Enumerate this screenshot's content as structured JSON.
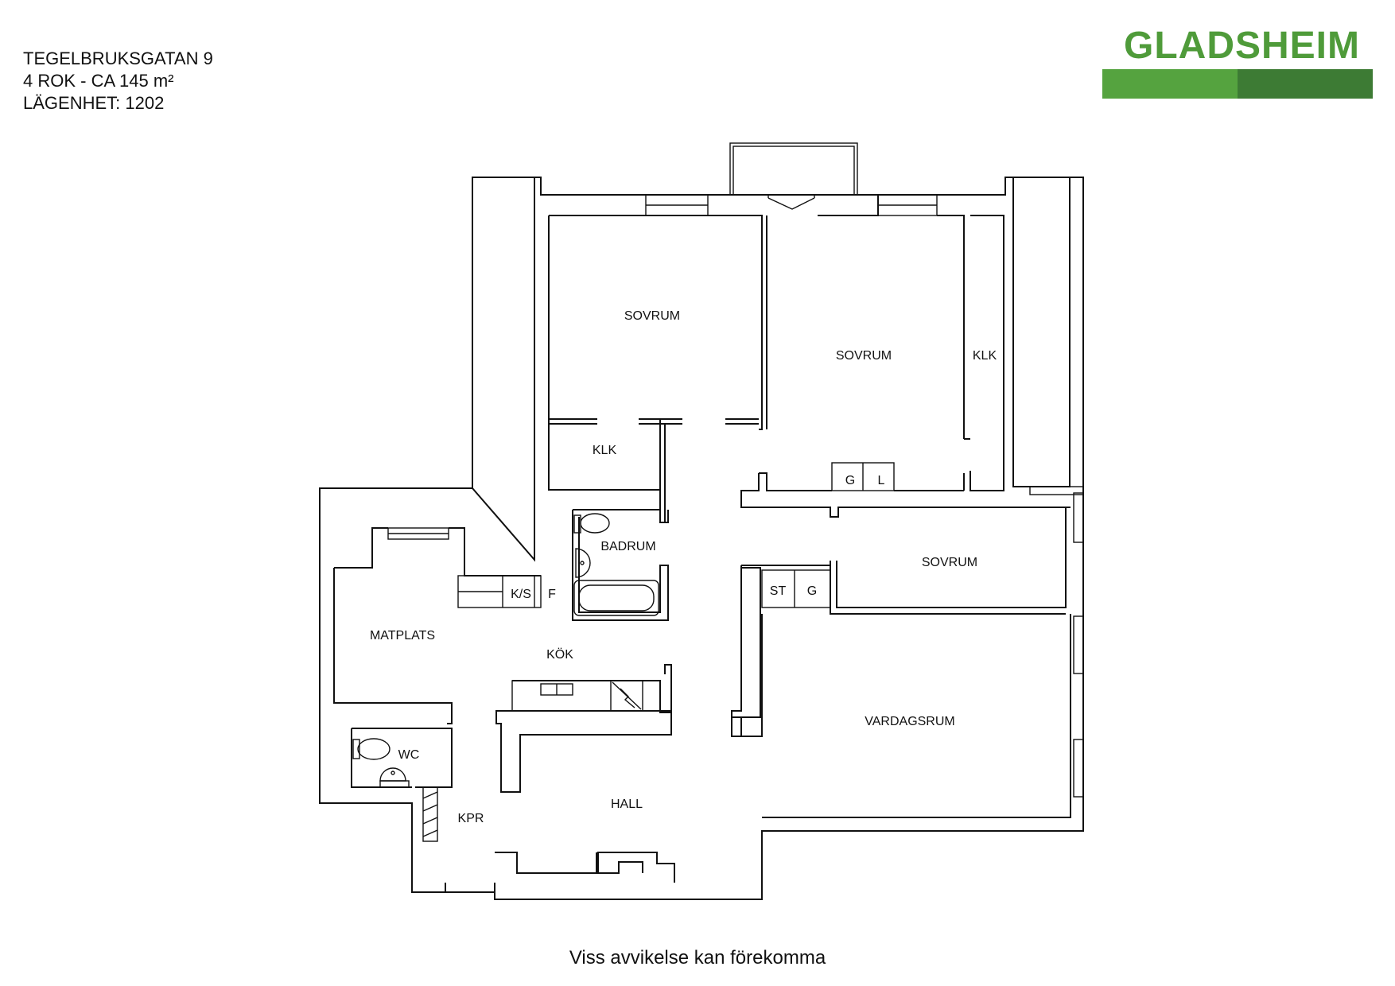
{
  "header": {
    "address": "TEGELBRUKSGATAN 9",
    "size": "4 ROK - CA 145 m²",
    "apartment": "LÄGENHET:  1202"
  },
  "brand": {
    "name": "GLADSHEIM",
    "color_light": "#55a33f",
    "color_dark": "#3d7b34"
  },
  "rooms": {
    "sovrum_1": "SOVRUM",
    "sovrum_2": "SOVRUM",
    "sovrum_3": "SOVRUM",
    "klk_1": "KLK",
    "klk_2": "KLK",
    "badrum": "BADRUM",
    "kok": "KÖK",
    "matplats": "MATPLATS",
    "wc": "WC",
    "kpr": "KPR",
    "hall": "HALL",
    "vardagsrum": "VARDAGSRUM"
  },
  "fixtures": {
    "ks": "K/S",
    "f": "F",
    "g_bed": "G",
    "l_bed": "L",
    "st": "ST",
    "g_hall": "G"
  },
  "footer": {
    "disclaimer": "Viss avvikelse kan förekomma"
  }
}
